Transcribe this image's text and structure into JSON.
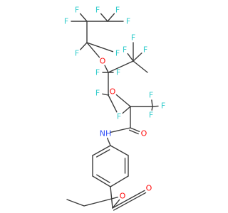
{
  "structure": {
    "bond_color": "#3c3c3c",
    "element_colors": {
      "F": "#33cccc",
      "O": "#ff0d0d",
      "N": "#3050f8",
      "H": "#3050f8"
    },
    "atoms": [
      {
        "id": "f1",
        "el": "F",
        "label": "F"
      },
      {
        "id": "f2",
        "el": "F",
        "label": "F"
      },
      {
        "id": "f3",
        "el": "F",
        "label": "F"
      },
      {
        "id": "f4",
        "el": "F",
        "label": "F"
      },
      {
        "id": "f5",
        "el": "F",
        "label": "F"
      },
      {
        "id": "f6",
        "el": "F",
        "label": "F"
      },
      {
        "id": "f7",
        "el": "F",
        "label": "F"
      },
      {
        "id": "o1",
        "el": "O",
        "label": "O"
      },
      {
        "id": "f8",
        "el": "F",
        "label": "F"
      },
      {
        "id": "f9",
        "el": "F",
        "label": "F"
      },
      {
        "id": "f10",
        "el": "F",
        "label": "F"
      },
      {
        "id": "f11",
        "el": "F",
        "label": "F"
      },
      {
        "id": "f12",
        "el": "F",
        "label": "F"
      },
      {
        "id": "f13",
        "el": "F",
        "label": "F"
      },
      {
        "id": "o2",
        "el": "O",
        "label": "O"
      },
      {
        "id": "f14",
        "el": "F",
        "label": "F"
      },
      {
        "id": "f15",
        "el": "F",
        "label": "F"
      },
      {
        "id": "f16",
        "el": "F",
        "label": "F"
      },
      {
        "id": "f17",
        "el": "F",
        "label": "F"
      },
      {
        "id": "nh",
        "el": "N",
        "label": "NH"
      },
      {
        "id": "o3",
        "el": "O",
        "label": "O"
      },
      {
        "id": "o4",
        "el": "O",
        "label": "O"
      },
      {
        "id": "o5",
        "el": "O",
        "label": "O"
      }
    ]
  }
}
